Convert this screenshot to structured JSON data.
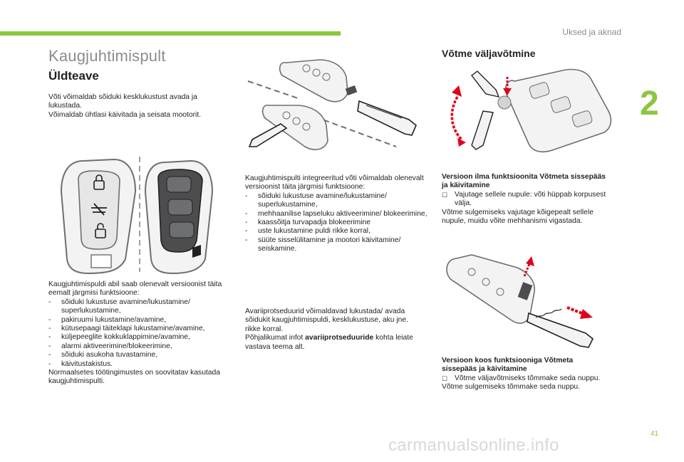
{
  "header": {
    "chapter_title": "Uksed ja aknad",
    "chapter_number": "2",
    "page_number": "41"
  },
  "colors": {
    "accent": "#8cc63f",
    "heading_gray": "#8a8c8e",
    "arrow_red": "#e2001a"
  },
  "left": {
    "title": "Kaugjuhtimispult",
    "subtitle": "Üldteave",
    "intro1": "Võti võimaldab sõiduki kesklukustust avada ja lukustada.",
    "intro2": "Võimaldab ühtlasi käivitada ja seisata mootorit.",
    "functions_intro": "Kaugjuhtimispuldi abil saab olenevalt versioonist täita eemalt järgmisi funktsioone:",
    "functions": [
      "sõiduki lukustuse avamine/lukustamine/ superlukustamine,",
      "pakiruumi lukustamine/avamine,",
      "kütusepaagi täiteklapi lukustamine/avamine,",
      "küljepeeglite kokkuklappimine/avamine,",
      "alarmi aktiveerimine/blokeerimine,",
      "sõiduki asukoha tuvastamine,",
      "käivitustakistus."
    ],
    "closing": "Normaalsetes töötingimustes on soovitatav kasutada kaugjuhtimispulti."
  },
  "middle": {
    "integrated_intro": "Kaugjuhtimispulti integreeritud võti võimaldab olenevalt versioonist täita järgmisi funktsioone:",
    "integrated": [
      "sõiduki lukustuse avamine/lukustamine/ superlukustamine,",
      "mehhaanilise lapseluku aktiveerimine/ blokeerimine,",
      "kaassõitja turvapadja blokeerimine",
      "uste lukustamine puldi rikke korral,",
      "süüte sisselülitamine ja mootori käivitamine/ seiskamine."
    ],
    "emergency_text": "Avariiprotseduurid võimaldavad lukustada/ avada sõidukit kaugjuhtimispuldi, kesklukustuse, aku jne. rikke korral.",
    "emergency_ref_prefix": "Põhjalikumat infot ",
    "emergency_ref_bold": "avariiprotseduuride",
    "emergency_ref_suffix": " kohta leiate vastava teema alt."
  },
  "right": {
    "heading": "Võtme väljavõtmine",
    "v1_heading": "Versioon ilma funktsioonita Võtmeta sissepääs ja käivitamine",
    "v1_step": "Vajutage sellele nupule: võti hüppab korpusest välja.",
    "v1_note": "Võtme sulgemiseks vajutage kõigepealt sellele nupule, muidu võite mehhanismi vigastada.",
    "v2_heading": "Versioon koos funktsiooniga Võtmeta sissepääs ja käivitamine",
    "v2_step": "Võtme väljavõtmiseks tõmmake seda nuppu.",
    "v2_note": "Võtme sulgemiseks tõmmake seda nuppu."
  },
  "footer": {
    "watermark": "carmanualsonline.info"
  }
}
